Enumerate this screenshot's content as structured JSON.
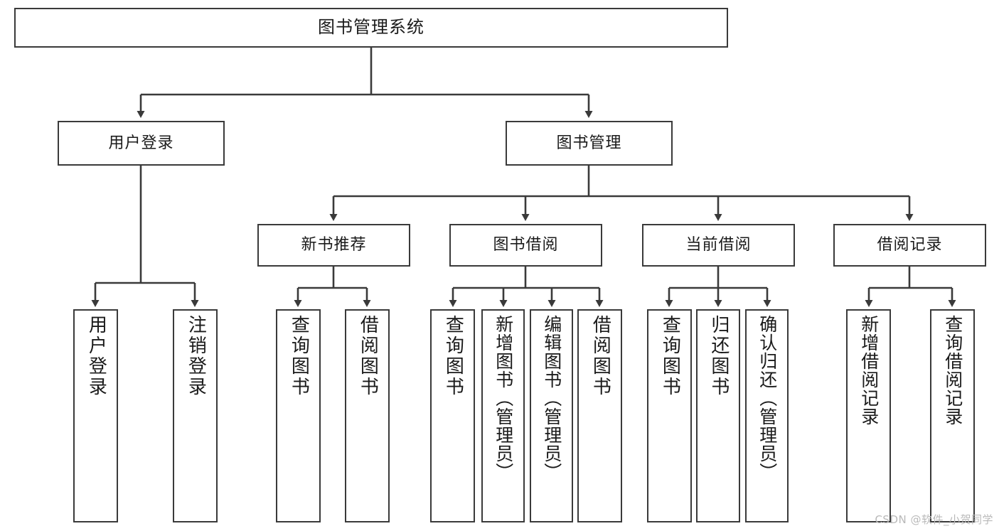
{
  "diagram": {
    "title": "图书管理系统",
    "type": "tree",
    "watermark": "CSDN @软件_小贺同学",
    "colors": {
      "box_border": "#3a3a3a",
      "box_fill": "#ffffff",
      "connector": "#3a3a3a",
      "text": "#1a1a1a",
      "watermark": "#b9b9b9"
    },
    "root": {
      "label": "图书管理系统"
    },
    "level2": [
      {
        "label": "用户登录"
      },
      {
        "label": "图书管理"
      }
    ],
    "level3": [
      {
        "label": "新书推荐"
      },
      {
        "label": "图书借阅"
      },
      {
        "label": "当前借阅"
      },
      {
        "label": "借阅记录"
      }
    ],
    "leaves": {
      "user_login": [
        {
          "label": "用户登录"
        },
        {
          "label": "注销登录"
        }
      ],
      "new_book_recommend": [
        {
          "label": "查询图书"
        },
        {
          "label": "借阅图书"
        }
      ],
      "book_borrow": [
        {
          "label": "查询图书"
        },
        {
          "label": "新增图书（管理员）"
        },
        {
          "label": "编辑图书（管理员）"
        },
        {
          "label": "借阅图书"
        }
      ],
      "current_borrow": [
        {
          "label": "查询图书"
        },
        {
          "label": "归还图书"
        },
        {
          "label": "确认归还（管理员）"
        }
      ],
      "borrow_history": [
        {
          "label": "新增借阅记录"
        },
        {
          "label": "查询借阅记录"
        }
      ]
    }
  }
}
